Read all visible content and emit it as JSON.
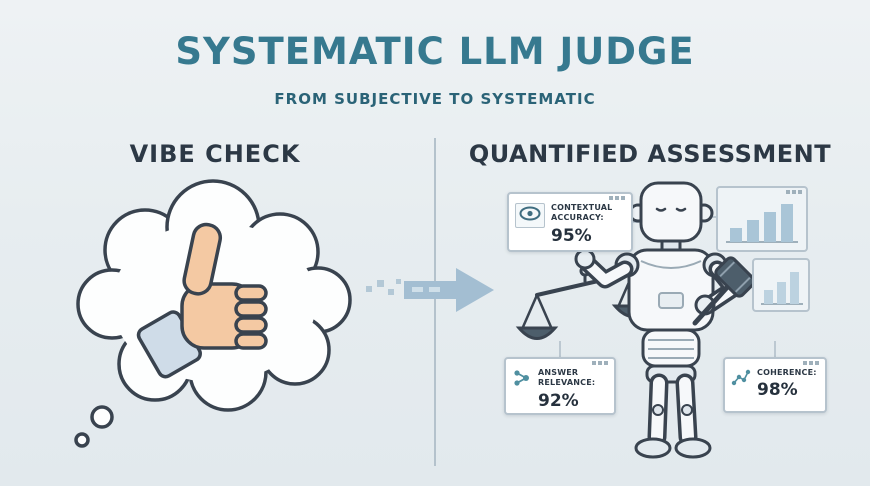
{
  "header": {
    "title": "SYSTEMATIC LLM JUDGE",
    "subtitle": "FROM SUBJECTIVE TO SYSTEMATIC"
  },
  "left_panel": {
    "label": "VIBE CHECK",
    "illustration": "thought-bubble-with-thumbs-up"
  },
  "transition": {
    "icon": "right-arrow-icon"
  },
  "right_panel": {
    "label": "QUANTIFIED ASSESSMENT",
    "illustration": "robot-judge-with-scales-and-gavel",
    "metrics": [
      {
        "id": "contextual-accuracy",
        "icon": "eye-icon",
        "label": "CONTEXTUAL ACCURACY:",
        "value": "95%"
      },
      {
        "id": "answer-relevance",
        "icon": "network-icon",
        "label": "ANSWER RELEVANCE:",
        "value": "92%"
      },
      {
        "id": "coherence",
        "icon": "scatter-icon",
        "label": "COHERENCE:",
        "value": "98%"
      }
    ]
  },
  "colors": {
    "background": "#e8eef1",
    "title_teal": "#36798f",
    "subtitle_teal": "#2a6377",
    "heading_dark": "#2c3845",
    "outline": "#39434f",
    "arrow_blue": "#a3bed2",
    "card_border": "#b6c3cd",
    "metric_accent_teal": "#4f8fa0",
    "skin": "#f4c9a3",
    "sleeve": "#cfdce8",
    "chart_bar": "#a9c5d7"
  }
}
